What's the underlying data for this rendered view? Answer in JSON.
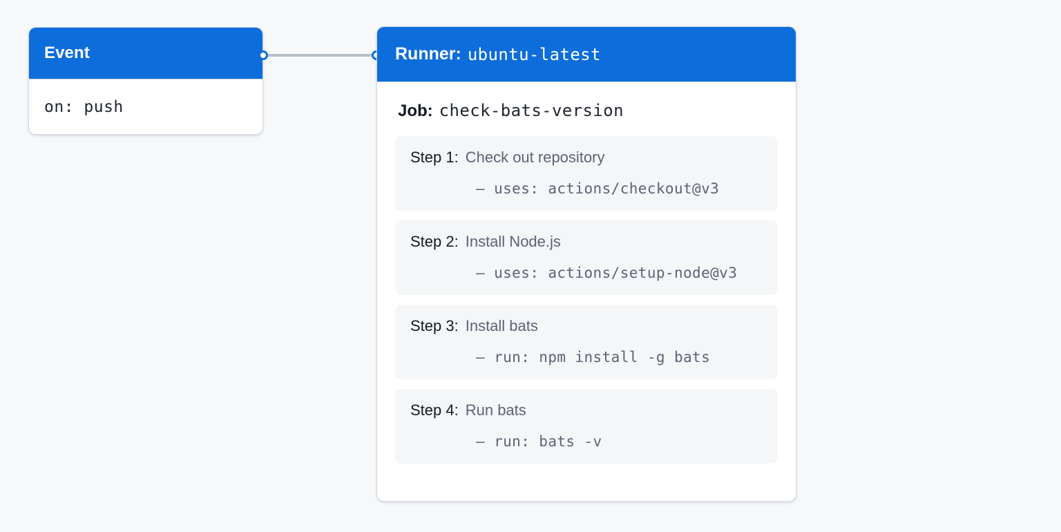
{
  "theme": {
    "page_background": "#f6f8fa",
    "accent": "#0d6ddb",
    "card_background": "#ffffff",
    "step_background": "#f4f6f8",
    "border": "#d6dbe1",
    "muted_text": "#5a6472",
    "edge_color": "#b8bfc9"
  },
  "event_node": {
    "header_title": "Event",
    "body_line": "on: push"
  },
  "runner_node": {
    "header_label": "Runner:",
    "header_value": "ubuntu-latest",
    "job_label": "Job:",
    "job_value": "check-bats-version",
    "steps": [
      {
        "label": "Step 1:",
        "name": "Check out repository",
        "command": "— uses: actions/checkout@v3"
      },
      {
        "label": "Step 2:",
        "name": "Install Node.js",
        "command": "— uses: actions/setup-node@v3"
      },
      {
        "label": "Step 3:",
        "name": "Install bats",
        "command": "— run: npm install -g bats"
      },
      {
        "label": "Step 4:",
        "name": "Run bats",
        "command": "— run: bats -v"
      }
    ]
  },
  "edge": {
    "source_handle": "source-handle",
    "target_handle": "target-handle"
  }
}
